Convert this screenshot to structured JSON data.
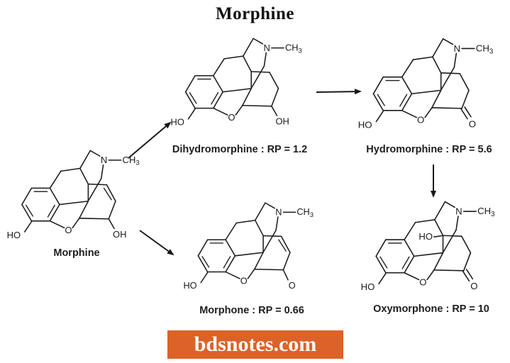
{
  "page_title": "Morphine",
  "watermark": {
    "text": "bdsnotes.com",
    "bg_color": "#dd6227",
    "text_color": "#ffffff"
  },
  "colors": {
    "bond": "#1a1a1a",
    "text": "#1d1d1d"
  },
  "atoms": {
    "nitrogen": "N",
    "methyl_base": "CH",
    "methyl_sub": "3",
    "phenol_hydroxyl": "HO",
    "bridge_oxygen": "O",
    "c6_hydroxyl": "OH",
    "c6_oxygen": "O",
    "c14_hydroxyl": "HO"
  },
  "molecules": [
    {
      "id": "morphine",
      "caption": "Morphine",
      "rp": null,
      "ring_c_double_bond": true,
      "c6_group": "OH",
      "c14_oh": false
    },
    {
      "id": "dihydromorphine",
      "caption": "Dihydromorphine : RP = 1.2",
      "rp": "1.2",
      "ring_c_double_bond": false,
      "c6_group": "OH",
      "c14_oh": false
    },
    {
      "id": "hydromorphine",
      "caption": "Hydromorphine : RP = 5.6",
      "rp": "5.6",
      "ring_c_double_bond": false,
      "c6_group": "O-double",
      "c14_oh": false
    },
    {
      "id": "morphone",
      "caption": "Morphone : RP = 0.66",
      "rp": "0.66",
      "ring_c_double_bond": true,
      "c6_group": "O-single",
      "c14_oh": false
    },
    {
      "id": "oxymorphone",
      "caption": "Oxymorphone : RP = 10",
      "rp": "10",
      "ring_c_double_bond": false,
      "c6_group": "O-double",
      "c14_oh": true
    }
  ],
  "arrows": [
    {
      "from": "Morphine",
      "to": "Dihydromorphine",
      "direction": "up-right"
    },
    {
      "from": "Dihydromorphine",
      "to": "Hydromorphine",
      "direction": "right"
    },
    {
      "from": "Morphine",
      "to": "Morphone",
      "direction": "down-right"
    },
    {
      "from": "Hydromorphine",
      "to": "Oxymorphone",
      "direction": "down"
    }
  ]
}
